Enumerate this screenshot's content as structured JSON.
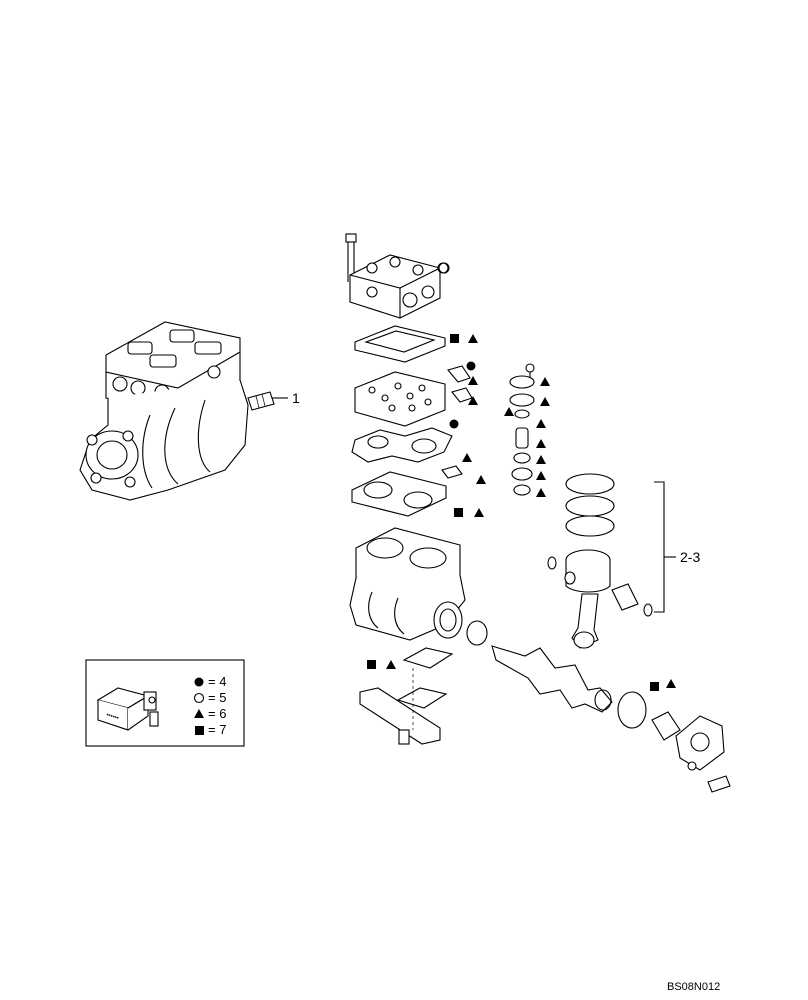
{
  "callouts": {
    "item_1": "1",
    "item_2_3": "2-3"
  },
  "legend": {
    "circle_filled": "= 4",
    "circle_open": "= 5",
    "triangle": "= 6",
    "square": "= 7"
  },
  "drawing_code": "BS08N012",
  "icons": {
    "compressor": "air-compressor-icon",
    "exploded_parts": "exploded-parts-icon",
    "legend_kit": "repair-kit-icon"
  }
}
